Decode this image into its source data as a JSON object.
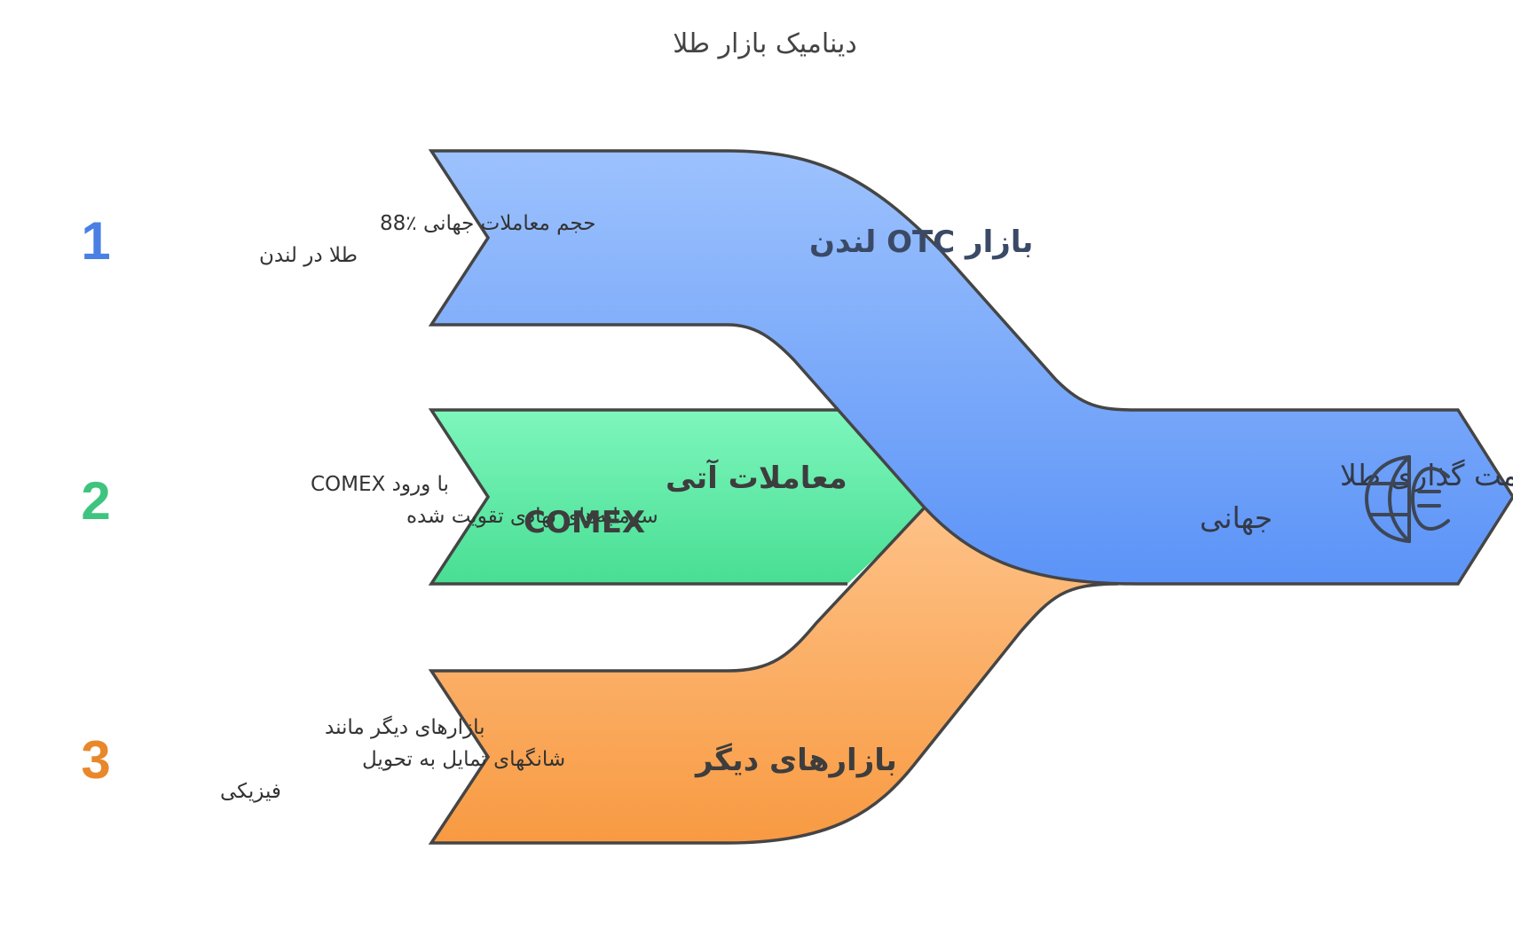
{
  "title": "دینامیک بازار طلا",
  "colors": {
    "blue": "#5b93f7",
    "blue_light": "#9dc2fd",
    "green": "#48de93",
    "green_light": "#7ef6bd",
    "orange": "#f89a42",
    "orange_light": "#fec38a",
    "stroke": "#454545"
  },
  "items": [
    {
      "number": "1",
      "number_color": "#4a80e3",
      "desc_lines": [
        "حجم معاملات جهانی ٪88",
        "طلا در لندن"
      ],
      "label_lines": [
        "بازار OTC  لندن"
      ]
    },
    {
      "number": "2",
      "number_color": "#3ec47f",
      "desc_lines": [
        "با ورود COMEX",
        "سرمایه‌های نهادی تقویت شده"
      ],
      "label_lines": [
        "معاملات آتی",
        "COMEX"
      ]
    },
    {
      "number": "3",
      "number_color": "#e8882a",
      "desc_lines": [
        "بازارهای دیگر مانند",
        "شانگهای تمایل به تحویل",
        "فیزیکی"
      ],
      "label_lines": [
        "بازارهای دیگر"
      ]
    }
  ],
  "output": {
    "label_lines": [
      "قیمت گذاری طلا",
      "جهانی"
    ],
    "icon": "globe-euro-icon"
  }
}
